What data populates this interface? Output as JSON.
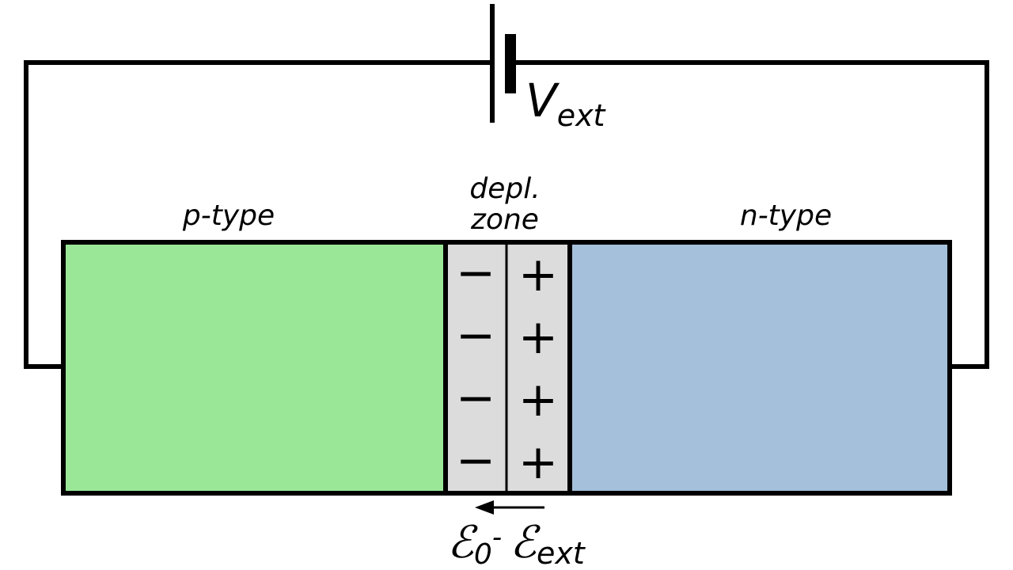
{
  "diagram": {
    "colors": {
      "p_region": "#9ae798",
      "n_region": "#a4c0da",
      "depletion": "#dcdcdc",
      "stroke": "#000000"
    },
    "labels": {
      "p_type": "p-type",
      "n_type": "n-type",
      "depletion_line1": "depl.",
      "depletion_line2": "zone"
    },
    "battery": {
      "symbol": "V",
      "subscript": "ext"
    },
    "charges": {
      "negative": [
        "−",
        "−",
        "−",
        "−"
      ],
      "positive": [
        "+",
        "+",
        "+",
        "+"
      ]
    },
    "field": {
      "symbol_a": "ℰ",
      "subscript_a": "0",
      "operator": "-",
      "symbol_b": "ℰ",
      "subscript_b": "ext",
      "arrow_direction": "left"
    }
  }
}
